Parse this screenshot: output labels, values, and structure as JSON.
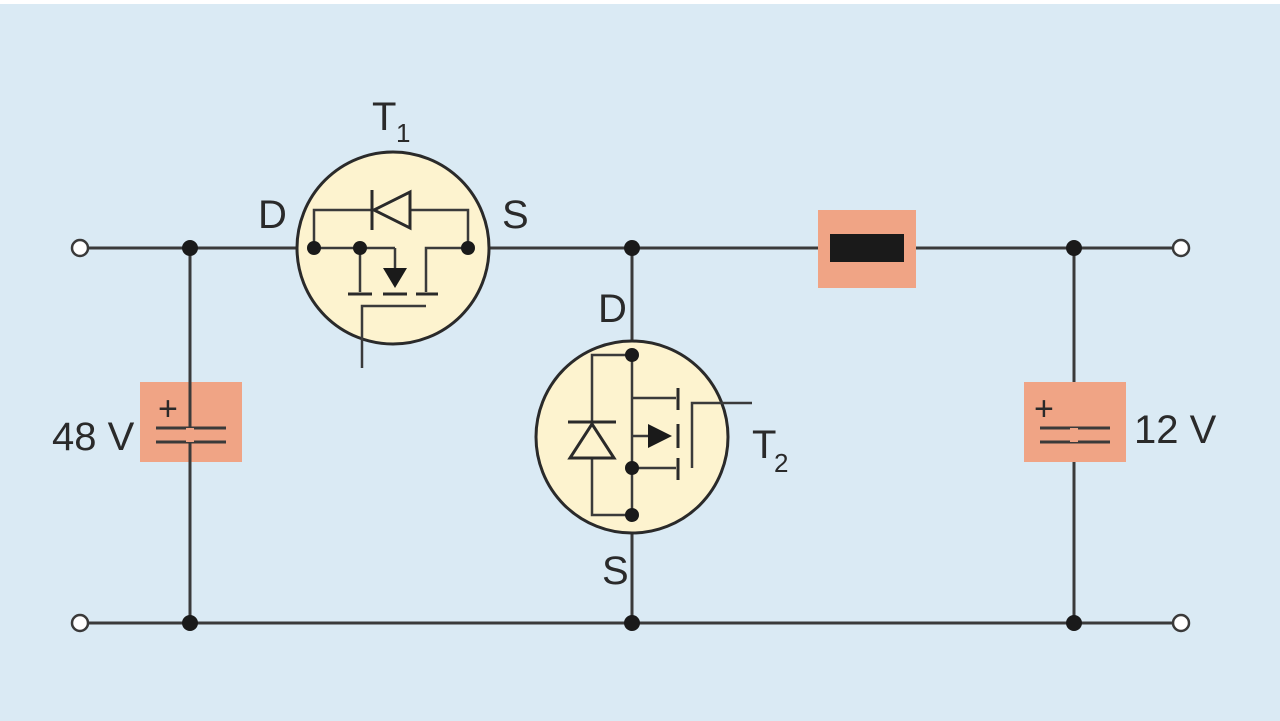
{
  "labels": {
    "t1_main": "T",
    "t1_sub": "1",
    "t1_drain": "D",
    "t1_source": "S",
    "t2_main": "T",
    "t2_sub": "2",
    "t2_drain": "D",
    "t2_source": "S",
    "voltage_in": "48 V",
    "voltage_out": "12 V",
    "plus_in": "+",
    "plus_out": "+"
  },
  "colors": {
    "background": "#daeaf4",
    "component_highlight": "#f0a485",
    "mosfet_fill": "#fdf3cf",
    "wire": "#3a3a3a"
  }
}
